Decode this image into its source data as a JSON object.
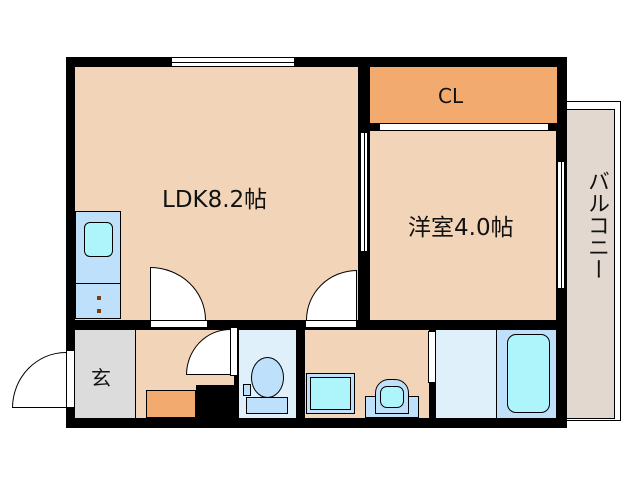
{
  "floorplan": {
    "rooms": {
      "ldk": {
        "label": "LDK8.2帖"
      },
      "western_room": {
        "label": "洋室4.0帖"
      },
      "closet": {
        "label": "CL"
      },
      "entrance": {
        "label": "玄"
      },
      "balcony": {
        "label": "バルコニー"
      }
    },
    "colors": {
      "wall": "#000000",
      "floor": "#f2d4b8",
      "closet": "#f2aa6e",
      "entrance": "#dcdcdc",
      "wet_area": "#dff0fb",
      "fixture": "#bfe0fb",
      "fixture_inner": "#aef4fb",
      "balcony": "#e2d8d0"
    }
  }
}
